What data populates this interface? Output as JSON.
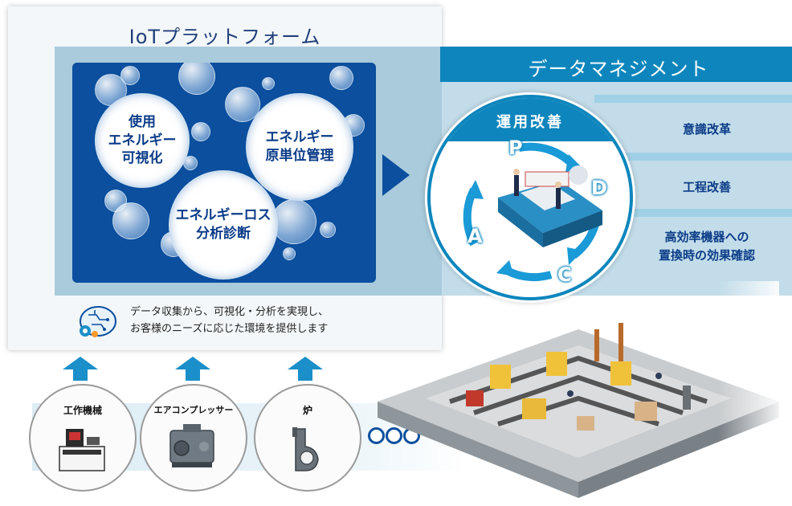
{
  "platform": {
    "title": "IoTプラットフォーム"
  },
  "bubbles": {
    "usage": "使用\nエネルギー\n可視化",
    "unit": "エネルギー\n原単位管理",
    "loss": "エネルギーロス\n分析診断"
  },
  "description": "データ収集から、可視化・分析を実現し、\nお客様のニーズに応じた環境を提供します",
  "data_management": {
    "title": "データマネジメント",
    "items": [
      "意識改革",
      "工程改善",
      "高効率機器への\n置換時の効果確認"
    ]
  },
  "pdca": {
    "title": "運用改善",
    "letters": [
      "P",
      "D",
      "C",
      "A"
    ]
  },
  "equipment": [
    {
      "label": "工作機械"
    },
    {
      "label": "エアコンプレッサー"
    },
    {
      "label": "炉"
    }
  ],
  "icons": [
    "ai-brain-icon",
    "factory-illustration",
    "machine-tool-icon",
    "air-compressor-icon",
    "furnace-icon"
  ],
  "colors": {
    "navy": "#0b4f9e",
    "accent": "#0e86bd",
    "band": "#c2dce9"
  }
}
